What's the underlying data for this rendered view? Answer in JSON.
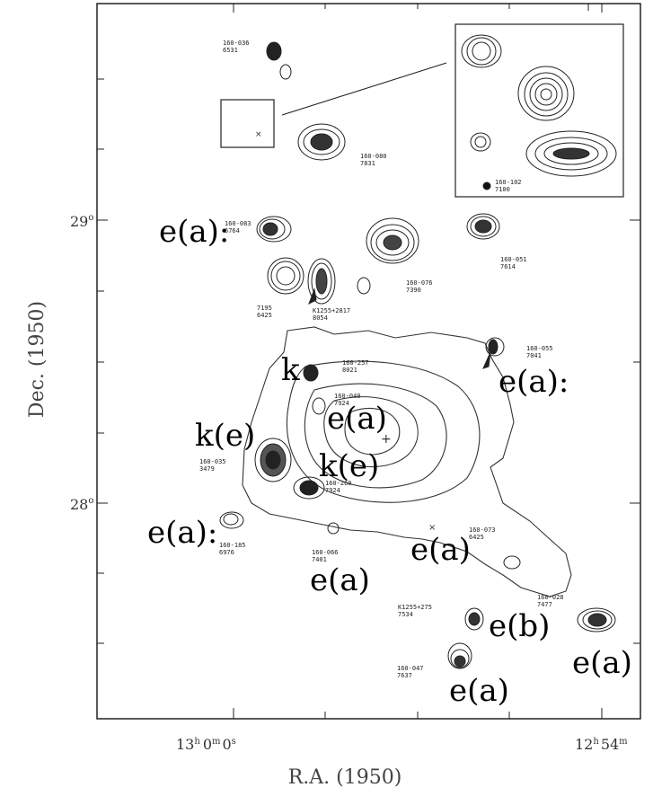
{
  "axes": {
    "xlabel": "R.A. (1950)",
    "ylabel": "Dec. (1950)",
    "xticks": {
      "left": {
        "h": "13",
        "hs": "h",
        "m": "0",
        "ms": "m",
        "s": "0",
        "ss": "s"
      },
      "right": {
        "h": "12",
        "hs": "h",
        "m": "54",
        "ms": "m"
      }
    },
    "yticks": [
      {
        "deg": "29",
        "sym": "o"
      },
      {
        "deg": "28",
        "sym": "o"
      }
    ]
  },
  "classes": [
    {
      "id": "c1",
      "text": "e(a):"
    },
    {
      "id": "c2",
      "text": "k"
    },
    {
      "id": "c3",
      "text": "e(a):"
    },
    {
      "id": "c4",
      "text": "e(a)"
    },
    {
      "id": "c5",
      "text": "k(e)"
    },
    {
      "id": "c6",
      "text": "k(e)"
    },
    {
      "id": "c7",
      "text": "e(a):"
    },
    {
      "id": "c8",
      "text": "e(a)"
    },
    {
      "id": "c9",
      "text": "e(a)"
    },
    {
      "id": "c10",
      "text": "e(b)"
    },
    {
      "id": "c11",
      "text": "e(a)"
    },
    {
      "id": "c12",
      "text": "e(a)"
    }
  ],
  "galaxy_labels": [
    {
      "id": "g1",
      "line1": "160-036",
      "line2": "6531"
    },
    {
      "id": "g2",
      "line1": "160-080",
      "line2": "7831"
    },
    {
      "id": "g3",
      "line1": "160-083",
      "line2": "6764"
    },
    {
      "id": "g4",
      "line1": "160-076",
      "line2": "7390"
    },
    {
      "id": "g5",
      "line1": "160-051",
      "line2": "7614"
    },
    {
      "id": "g6",
      "line1": "7195",
      "line2": "6425"
    },
    {
      "id": "g7",
      "line1": "K1255+2817",
      "line2": "8054"
    },
    {
      "id": "g8",
      "line1": "160-055",
      "line2": "7041"
    },
    {
      "id": "g9",
      "line1": "160-257",
      "line2": "8021"
    },
    {
      "id": "g10",
      "line1": "160-035",
      "line2": "3479"
    },
    {
      "id": "g11",
      "line1": "160-260",
      "line2": "7924"
    },
    {
      "id": "g12",
      "line1": "160-185",
      "line2": "6976"
    },
    {
      "id": "g13",
      "line1": "160-066",
      "line2": "7401"
    },
    {
      "id": "g14",
      "line1": "160-073",
      "line2": "6425"
    },
    {
      "id": "g15",
      "line1": "K1255+275",
      "line2": "7534"
    },
    {
      "id": "g16",
      "line1": "160-028",
      "line2": "7477"
    },
    {
      "id": "g17",
      "line1": "160-047",
      "line2": "7637"
    },
    {
      "id": "g18",
      "line1": "160-102",
      "line2": "7100"
    },
    {
      "id": "g19",
      "line1": "160-040",
      "line2": "7924"
    }
  ]
}
